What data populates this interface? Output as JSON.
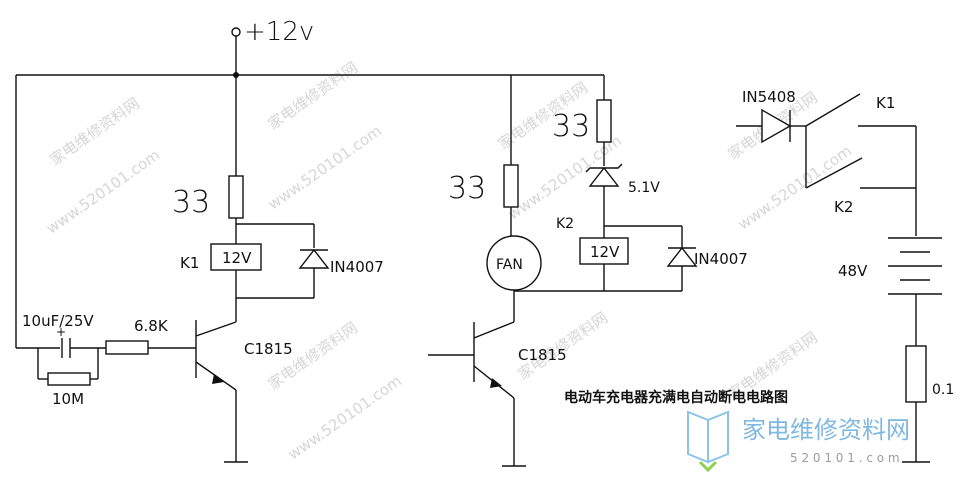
{
  "supply_label": "+12v",
  "left_circuit": {
    "resistor_top": "33",
    "relay_coil": "12V",
    "relay_name": "K1",
    "diode": "IN4007",
    "capacitor": "10uF/25V",
    "resistor_base": "6.8K",
    "resistor_feedback": "10M",
    "transistor": "C1815"
  },
  "middle_circuit": {
    "resistor_fan": "33",
    "fan": "FAN",
    "resistor_zener": "33",
    "zener": "5.1V",
    "relay_name": "K2",
    "relay_coil": "12V",
    "diode": "IN4007",
    "transistor": "C1815"
  },
  "right_circuit": {
    "diode": "IN5408",
    "switch_k1": "K1",
    "switch_k2": "K2",
    "battery": "48V",
    "shunt": "0.1"
  },
  "caption": "电动车充电器充满电自动断电电路图",
  "watermark": {
    "site_cn": "家电维修资料网",
    "site_num": "5 2 0 1 0 1 . c o m",
    "tiles": [
      "家电维修资料网",
      "www.520101.com"
    ]
  }
}
